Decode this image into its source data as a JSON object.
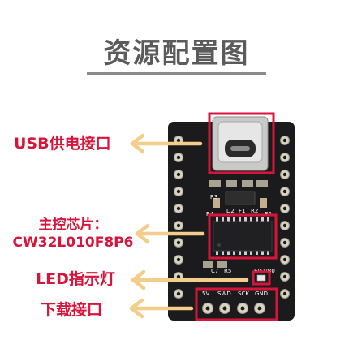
{
  "title": "资源配置图",
  "labels": {
    "usb_power": "USB供电接口",
    "mcu_heading": "主控芯片：",
    "mcu_part": "CW32L010F8P6",
    "led": "LED指示灯",
    "download": "下载接口"
  },
  "board_silkscreen": {
    "components_top": [
      "R3",
      "D2",
      "F1",
      "R2"
    ],
    "components_mid": [
      "R4",
      "R1"
    ],
    "components_bottom": [
      "C7",
      "R5",
      "ED1/B0"
    ],
    "debug_pins": [
      "5V",
      "SWD",
      "SCK",
      "GND"
    ]
  },
  "colors": {
    "highlight": "#d9143b",
    "arrow": "#f3cd8a",
    "title": "#5b5b5b",
    "pcb": "#1b1b1d"
  }
}
